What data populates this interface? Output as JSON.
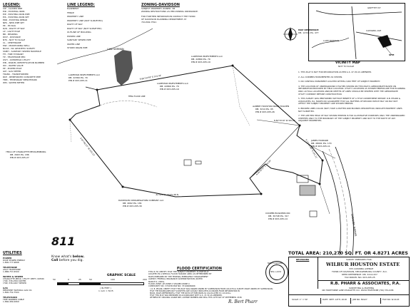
{
  "legend": {
    "title": "LEGEND:",
    "items": [
      "CIP - CLOSED PIPE",
      "EIR - EXISTING IRON",
      "EIP - EXISTING IRON PIPE",
      "EIS - EXISTING IRON SET",
      "ERR - EXISTING REBAR",
      "NPS - NEW PIPE SET",
      "PK - PK NAIL",
      "R/W - RIGHT OF WAY",
      "LP - LIGHT POLE",
      "BR - BEARING",
      "DIST - DISTANCE",
      "NTS - NOT TO SCALE",
      "CL - CENTERLINE",
      "MW - MONITORING WELL",
      "NCGS - NC GEODETIC SURVEY",
      "SSMH - SANITARY SEWER MANHOLE",
      "FH - FIRE HYDRANT",
      "TP - TELEPHONE PED",
      "OVH - OVERHEAD UTILITY",
      "PIN - PARCEL IDENTIFICATION NUMBER",
      "WV - WATER VALVE",
      "PP - POWER POLE",
      "GM - GAS METER",
      "TRANS - TRANSFORMER",
      "RCP - REINFORCED CONCRETE PIPE",
      "TBM - TEMPORARY BENCHMARK",
      "WM - WATER METER"
    ]
  },
  "line_legend": {
    "title": "LINE LEGEND:",
    "items": [
      "EASEMENT",
      "FENCE",
      "PROPERTY LINE",
      "PROPERTY LINE (NOT SURVEYED)",
      "RIGHT OF WAY",
      "RIGHT OF WAY (NOT SURVEYED)",
      "OUTLINE OF BUILDING",
      "POWER LINE",
      "SANITARY SEWER PIPE",
      "WATER LINE",
      "STORM DRAIN PIPE"
    ]
  },
  "zoning": {
    "title": "ZONING-DAVIDSON",
    "lines": [
      "SUBJECT PROPERTY ZONED: VB",
      "ZONING RESTRICTIONS AS PER ZONING ORDINANCE.",
      "FOR FURTHER INFORMATION CONTACT THE TOWN",
      "OF DAVIDSON PLANNING DEPARTMENT AT",
      "704-892-7591"
    ]
  },
  "map_reference": {
    "lines": [
      "MAP REFERENCE:",
      "DB. 12345 PG. 477"
    ]
  },
  "vicinity": {
    "title": "VICINITY MAP",
    "subtitle": "NOT TO SCALE",
    "labels": [
      "GRIFFITH ST",
      "LAKE NORMAN",
      "SITE",
      "CATAWBA AVE"
    ]
  },
  "notes": {
    "lines": [
      "1. THIS PLAT IS NOT FOR RECORDATION AS PER G.S. 47-30 AS AMENDED.",
      "2. ALL CORNERS MONUMENTED AS SHOWN.",
      "3. NO CONTROL MONUMENT LOCATED WITHIN 2,000 FEET OF SUBJECT PROPERTY.",
      "4. THE LOCATION OF UNDERGROUND UTILITIES SHOWN ON THIS MAP IS APPROXIMATE BASED ON INFORMATION PROVIDED BY FIELD LOCATION. UTILITY LOCATIONS AS SHOWN HEREON ARE FOR PLANNING ONLY. ACTUAL LOCATIONS AND/OR DEPTHS OF LINES SHOULD BE VERIFIED WITH THE APPROPRIATE UTILITY COMPANY BEFORE CONSTRUCTION.",
      "5. THIS SURVEY WAS PERFORMED WITHOUT BENEFIT OF A TITLE COMMITMENT REPORT. R.B. PHARR & ASSOCIATES, P.A. MAKES NO GUARANTEE THAT ALL MATTERS OF RECORD WHICH MAY OR MAY NOT AFFECT THE SUBJECT PROPERTY ARE SHOWN HEREON.",
      "6. BROKEN LINES COLOR (NOT) TAKE A MATTER AND BOUNDS DESCRIPTION, INDICATE PROPERTY LINES NOT SURVEYED.",
      "7. THE APP HER HEAD OF WAY SHOWN HEREON IS FOR ILLUSTRATIVE PURPOSES ONLY. THE UNDERSIGNED CERTIFIES ONLY TO THE BOUNDARY OF THE SUBJECT PROPERTY AND NOT TO THE WIDTH OF ANY ADJACENT PROPERTIES."
    ]
  },
  "utilities": {
    "title": "UTILITIES",
    "groups": [
      {
        "name": "POWER",
        "lines": [
          "DUKE POWER ENERGY",
          "1-800-777-9898"
        ]
      },
      {
        "name": "TELEPHONE",
        "lines": [
          "AT&T TELEPHONE",
          "1-888-757-6500"
        ]
      },
      {
        "name": "WATER & SEWER",
        "lines": [
          "CHARLOTTE-MECK. UTILITY DEPT. (CMUD)",
          "(704) 336-2564 WATER",
          "(704) 336-4407 SEWER"
        ]
      },
      {
        "name": "GAS",
        "lines": [
          "PIEDMONT NATURAL GAS CO.",
          "1-800-752-7504"
        ]
      },
      {
        "name": "TELEVISION",
        "lines": [
          "TIME WARNER CABLE",
          "1-866-489-2669"
        ]
      }
    ]
  },
  "logo811": {
    "number": "811",
    "tagline1": "Know what's ",
    "tagline_bold": "below.",
    "tagline2": "Call",
    "tagline3": " before you dig."
  },
  "graphic_scale": {
    "title": "GRAPHIC SCALE",
    "ticks": [
      "50",
      "0",
      "25",
      "50",
      "100",
      "200"
    ],
    "unit_line1": "( IN FEET )",
    "unit_line2": "1 inch = 50 ft."
  },
  "flood": {
    "title": "FLOOD CERTIFICATION",
    "lines": [
      "THIS IS TO CERTIFY THAT THE SUBJECT PROPERTY IS PARTIALLY",
      "LOCATED IN A SPECIAL FLOOD HAZARD AREA AS DETERMINED BY",
      "MAPS PREPARED BY THE FEDERAL EMERGENCY MANAGEMENT",
      "AGENCY. FEDERAL INSURANCE ADMINISTRATION (DATED",
      "MARCH 2, 2009).",
      "FLOOD ZONE: AE ZONE X SHADED ZONE X",
      "COMMUNITY NO: 370158 MAP NO: 3710466600K"
    ]
  },
  "certification": {
    "lines": [
      "I, R. B. PHARR, CERTIFY THAT THIS PLAT WAS DRAWN UNDER MY SUPERVISION FROM AN ACTUAL SURVEY MADE UNDER MY SUPERVISION;",
      "THAT THE BOUNDARIES NOT SURVEYED ARE CLEARLY INDICATED AS DRAWN FROM INFORMATION IN",
      "BOOK, PAGE (REFERENCES), THAT THE RATIO OF PRECISION AS CALCULATED IS 1:10,000+;",
      "THAT THIS PLAT WAS PREPARED IN ACCORDANCE WITH G.S. 47-30 AS AMENDED.",
      "WITNESS MY ORIGINAL SIGNATURE, LICENSE NUMBER AND SEAL THIS 12TH DAY OF SEPTEMBER, 2018."
    ],
    "signature": "R. Bert Pharr"
  },
  "total_area": "TOTAL AREA: 210,270 SQ. FT. OR 4.8271 ACRES",
  "title_block": {
    "revisions_label": "REVISIONS",
    "survey_for": "SURVEY PREPARED FOR:",
    "client": "WILBUR HOUSTON ESTATE",
    "address_lines": [
      "335 CATAWBA AVENUE",
      "TOWN OF DAVIDSON, MECKLENBURG COUNTY, N.C.",
      "DEED REFERENCE: DB. 3214-437",
      "TAX PARCEL NO. 003-205-25"
    ],
    "firm": "R.B. PHARR & ASSOCIATES, P.A.",
    "firm_sub": "SURVEYING & MAPPING",
    "firm_address": "420 HAWTHORNE LANE CHARLOTTE, N.C. 28204 TELEPHONE (704) 376-2186",
    "footer": [
      "SCALE: 1\" = 50'",
      "DATE: SEPT. 12TH, 2018",
      "JOB NO. 89127",
      "FILE NO. W-4103"
    ]
  },
  "stamp": {
    "outer_text": "NORTH CAROLINA",
    "inner_text": "SEAL L-2432"
  },
  "plat": {
    "labels": [
      {
        "id": "lake-norman",
        "text": "LAKE NORMAN"
      },
      {
        "id": "lakestar-1",
        "text": "LAKESTAR INVESTMENTS LLC"
      },
      {
        "id": "lakestar-1-db",
        "text": "DB. 22369 PG. 79"
      },
      {
        "id": "lakestar-1-pin",
        "text": "PIN # 003-205-11"
      },
      {
        "id": "lakestar-2",
        "text": "LAKESTAR INVESTMENTS LLC"
      },
      {
        "id": "lakestar-2-db",
        "text": "DB. 22869 PG. 79"
      },
      {
        "id": "lakestar-2-pin",
        "text": "PIN # 003-205-19"
      },
      {
        "id": "lakestar-3",
        "text": "LAKESTAR INVESTMENTS LLC"
      },
      {
        "id": "lakestar-3-db",
        "text": "DB. 22869 PG. 79"
      },
      {
        "id": "lakestar-3-pin",
        "text": "PIN # 003-205-19"
      },
      {
        "id": "albert",
        "text": "ALBERT HOUSTON NOAH HOLDEN"
      },
      {
        "id": "albert-db",
        "text": "DB. 3214 PG. 95"
      },
      {
        "id": "albert-pin",
        "text": "PIN # 003-205-26"
      },
      {
        "id": "ymca",
        "text": "YMCA OF CHARLOTTE MECKLENBURG"
      },
      {
        "id": "ymca-db",
        "text": "DB. 2963 PG. 186"
      },
      {
        "id": "ymca-pin",
        "text": "PIN # 003-205-27"
      },
      {
        "id": "davidson",
        "text": "DAVIDSON CONGREGATION COMPANY LLC"
      },
      {
        "id": "davidson-db",
        "text": "DB. 4062 PG. 181"
      },
      {
        "id": "davidson-pin",
        "text": "PIN # 003-205-30"
      },
      {
        "id": "james",
        "text": "JAMES HOWARD"
      },
      {
        "id": "james-db",
        "text": "DB. 28001 PG. 170"
      },
      {
        "id": "james-pin",
        "text": "PIN # 003-205-11"
      },
      {
        "id": "cooper",
        "text": "COOPER BUILDERS INC"
      },
      {
        "id": "cooper-db",
        "text": "DB. 30748 PG. 317"
      },
      {
        "id": "cooper-pin",
        "text": "PIN # 003-205-14"
      },
      {
        "id": "catawba",
        "text": "CATAWBA AVENUE"
      },
      {
        "id": "flood-line",
        "text": "FEMA FLOOD LINE"
      },
      {
        "id": "brg-top",
        "text": "S 66°24'59\" E 574.42'"
      },
      {
        "id": "brg-left",
        "text": "S 67°46'37\" W 531.22'"
      },
      {
        "id": "brg-bottom",
        "text": "N 84°50'00\" W 335.72'"
      },
      {
        "id": "brg-right",
        "text": "S 12°36'44\" E 141.11'"
      },
      {
        "id": "brg-mid",
        "text": "N 84°34'19\" W 325.29'"
      },
      {
        "id": "brg-inner",
        "text": "N 44°55'57\" E 101.68'"
      }
    ]
  }
}
